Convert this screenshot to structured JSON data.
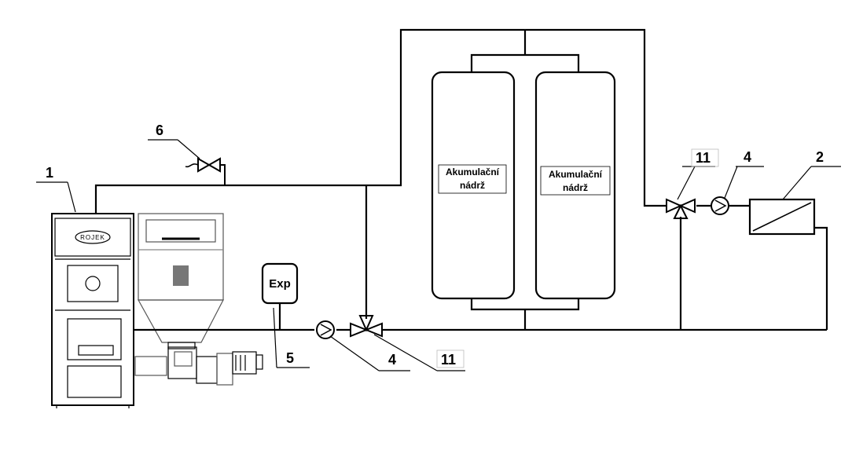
{
  "diagram": {
    "tank_left": {
      "line1": "Akumulační",
      "line2": "nádrž"
    },
    "tank_right": {
      "line1": "Akumulační",
      "line2": "nádrž"
    },
    "expansion_vessel": "Exp",
    "boiler_brand": "ROJEK",
    "labels": {
      "boiler": "1",
      "safety_valve": "6",
      "expansion": "5",
      "pump_bottom": "4",
      "mixing_valve_bottom": "11",
      "mixing_valve_right": "11",
      "pump_right": "4",
      "heat_exchanger": "2"
    }
  }
}
